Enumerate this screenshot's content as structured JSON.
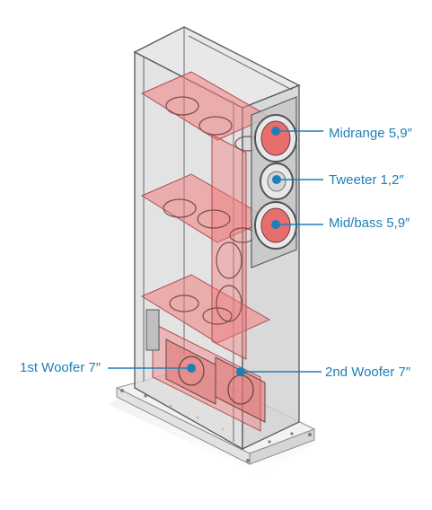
{
  "colors": {
    "label_text": "#1f7fb7",
    "leader_line": "#1f7fb7",
    "driver_dot": "#1f7fb7",
    "cabinet_edge": "#555a60",
    "cabinet_fill": "#d8d8d8",
    "chamber_fill": "#f08080",
    "plinth_fill": "#eeeeee"
  },
  "labels": {
    "midrange": "Midrange 5,9″",
    "tweeter": "Tweeter 1,2″",
    "midbass": "Mid/bass 5,9″",
    "woofer1": "1st Woofer 7″",
    "woofer2": "2nd Woofer 7″"
  }
}
